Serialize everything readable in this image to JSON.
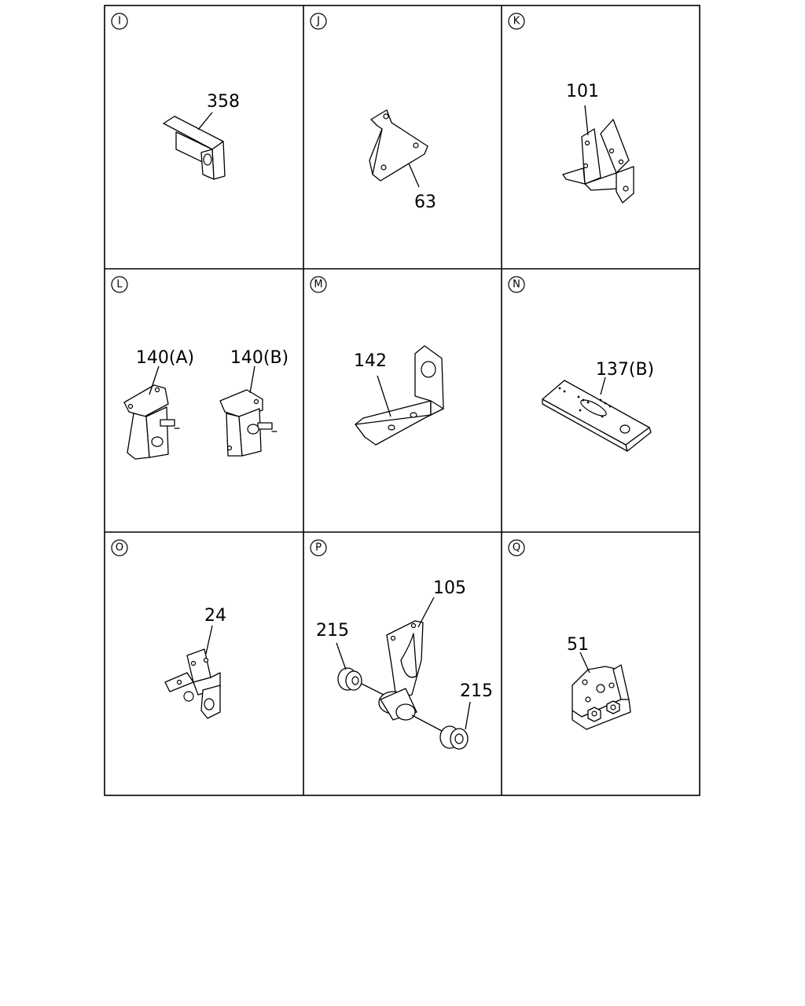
{
  "panels": [
    {
      "letter": "I",
      "labels": [
        "358"
      ]
    },
    {
      "letter": "J",
      "labels": [
        "63"
      ]
    },
    {
      "letter": "K",
      "labels": [
        "101"
      ]
    },
    {
      "letter": "L",
      "labels": [
        "140(A)",
        "140(B)"
      ]
    },
    {
      "letter": "M",
      "labels": [
        "142"
      ]
    },
    {
      "letter": "N",
      "labels": [
        "137(B)"
      ]
    },
    {
      "letter": "O",
      "labels": [
        "24"
      ]
    },
    {
      "letter": "P",
      "labels": [
        "105",
        "215",
        "215"
      ]
    },
    {
      "letter": "Q",
      "labels": [
        "51"
      ]
    }
  ]
}
